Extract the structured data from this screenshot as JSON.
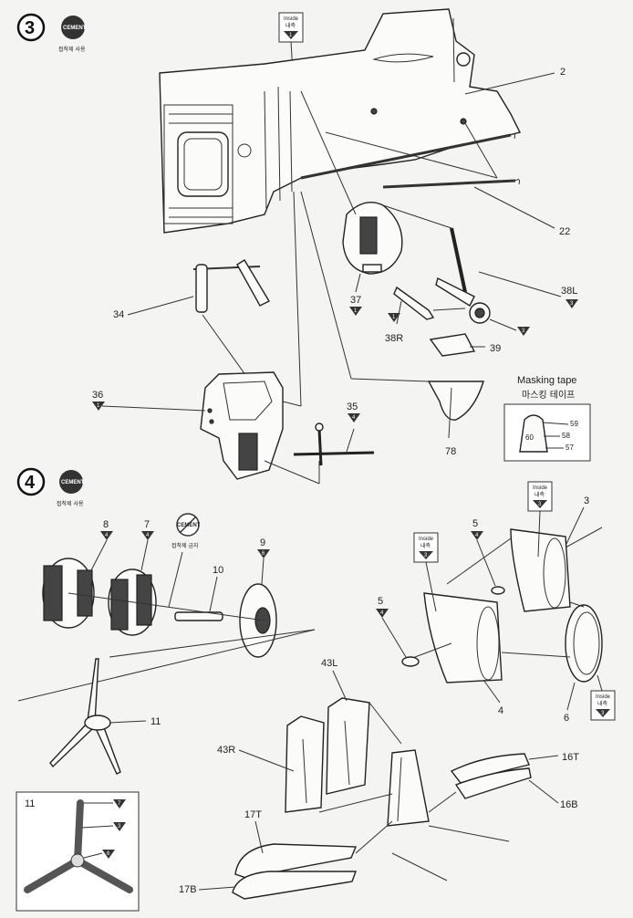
{
  "steps": [
    {
      "number": "3",
      "cement_label": "CEMENT",
      "cement_note": "접착제 사용"
    },
    {
      "number": "4",
      "cement_label": "CEMENT",
      "cement_note": "접착제 사용"
    }
  ],
  "no_cement": {
    "label": "CEMENT",
    "note": "접착제 금지"
  },
  "inside_tag": {
    "en": "Inside",
    "kr": "내측"
  },
  "masking_tape": {
    "title_en": "Masking tape",
    "title_kr": "마스킹 테이프",
    "parts": [
      "59",
      "60",
      "58",
      "57"
    ]
  },
  "part_labels": {
    "p2": "2",
    "p22": "22",
    "p34": "34",
    "p37": "37",
    "p38L": "38L",
    "p38R": "38R",
    "p39": "39",
    "p36": "36",
    "p35": "35",
    "p78": "78",
    "p8": "8",
    "p7": "7",
    "p9": "9",
    "p10": "10",
    "p11": "11",
    "p5a": "5",
    "p5b": "5",
    "p3": "3",
    "p4": "4",
    "p6": "6",
    "p43L": "43L",
    "p43R": "43R",
    "p16T": "16T",
    "p16B": "16B",
    "p17T": "17T",
    "p17B": "17B",
    "inset11": "11"
  },
  "color_refs": {
    "c37": "1",
    "c38L": "3",
    "c38R": "1",
    "c38w": "3",
    "c36": "1",
    "c35": "4",
    "c8": "4",
    "c7": "4",
    "c9": "6",
    "c5a": "4",
    "c5b": "4",
    "inside_step3": "1",
    "inside3": "3",
    "inside4": "3",
    "inside6": "3",
    "inset_a": "7",
    "inset_b": "3",
    "inset_c": "6"
  }
}
